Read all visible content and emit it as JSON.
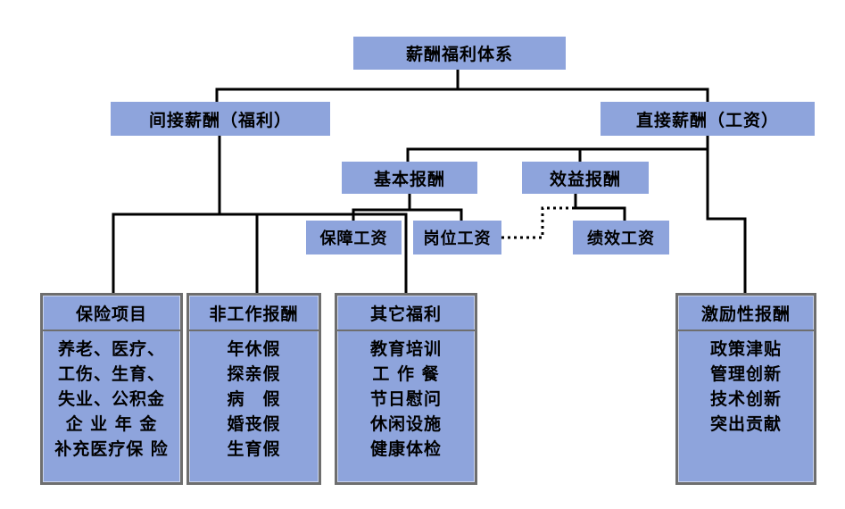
{
  "diagram_title": "薪酬福利体系",
  "nodes": {
    "root": {
      "label": "薪酬福利体系"
    },
    "indirect": {
      "label": "间接薪酬（福利）"
    },
    "direct": {
      "label": "直接薪酬（工资）"
    },
    "basic_pay": {
      "label": "基本报酬"
    },
    "benefit_pay": {
      "label": "效益报酬"
    },
    "guaranteed_wage": {
      "label": "保障工资"
    },
    "position_wage": {
      "label": "岗位工资"
    },
    "performance_wage": {
      "label": "绩效工资"
    }
  },
  "detail_boxes": {
    "insurance": {
      "title": "保险项目",
      "items": [
        "养老、医疗、",
        "工伤、生育、",
        "失业、公积金",
        "企 业 年 金",
        "补充医疗保 险"
      ]
    },
    "non_work": {
      "title": "非工作报酬",
      "items": [
        "年休假",
        "探亲假",
        "病　假",
        "婚丧假",
        "生育假"
      ]
    },
    "other_welfare": {
      "title": "其它福利",
      "items": [
        "教育培训",
        "工 作 餐",
        "节日慰问",
        "休闲设施",
        "健康体检"
      ]
    },
    "incentive": {
      "title": "激励性报酬",
      "items": [
        "政策津贴",
        "管理创新",
        "技术创新",
        "突出贡献"
      ]
    }
  },
  "colors": {
    "node_fill": "#8EA4DC",
    "connector_line": "#000000",
    "detail_border": "#6E6E6E",
    "background": "#FFFFFF",
    "text": "#000000"
  }
}
